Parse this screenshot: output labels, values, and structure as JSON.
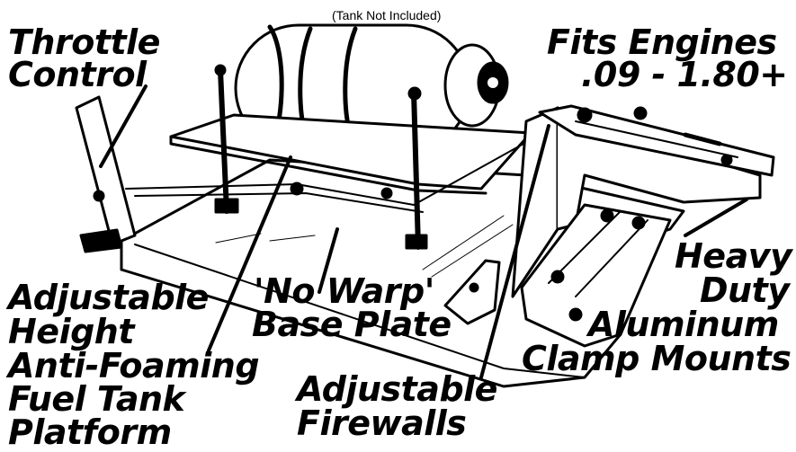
{
  "caption": "(Tank Not Included)",
  "labels": {
    "throttle_1": "Throttle",
    "throttle_2": "Control",
    "fits_1": "Fits Engines",
    "fits_2": ".09 - 1.80+",
    "heavy_1": "Heavy",
    "heavy_2": "Duty",
    "heavy_3": "Aluminum",
    "heavy_4": "Clamp Mounts",
    "height_1": "Adjustable",
    "height_2": "Height",
    "height_3": "Anti-Foaming",
    "height_4": "Fuel Tank",
    "height_5": "Platform",
    "base_1": "'No Warp'",
    "base_2": "Base Plate",
    "firewall_1": "Adjustable",
    "firewall_2": "Firewalls"
  }
}
